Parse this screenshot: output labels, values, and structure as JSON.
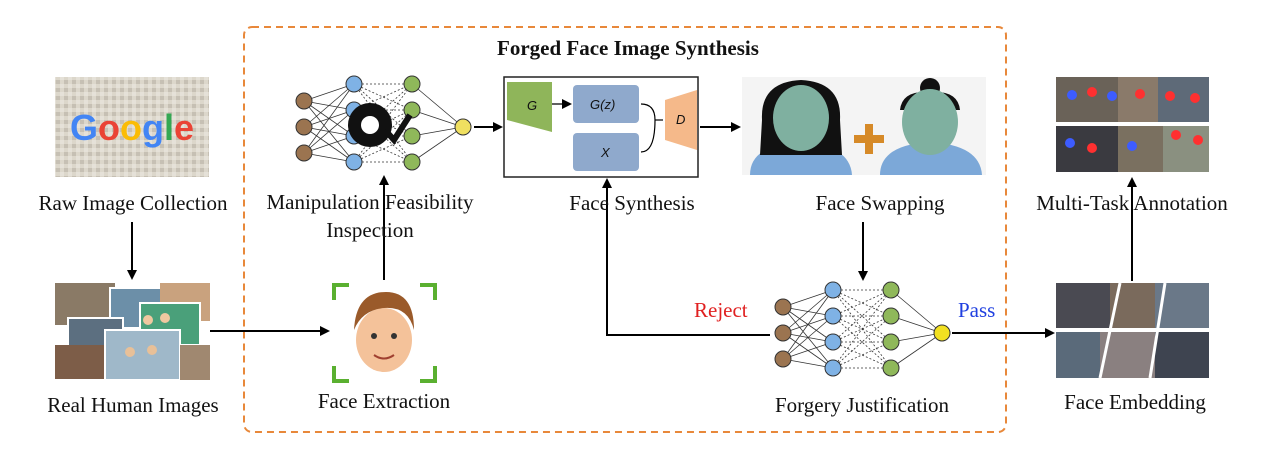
{
  "title": "Forged Face Image Synthesis",
  "stages": {
    "raw_collection": "Raw Image Collection",
    "real_human": "Real Human Images",
    "face_extraction": "Face Extraction",
    "manipulation": [
      "Manipulation Feasibility",
      "Inspection"
    ],
    "face_synthesis": "Face Synthesis",
    "face_swapping": "Face Swapping",
    "forgery_justification": "Forgery Justification",
    "face_embedding": "Face Embedding",
    "multitask": "Multi-Task Annotation"
  },
  "edges": {
    "reject": "Reject",
    "pass": "Pass"
  },
  "gan": {
    "g": "G",
    "gz": "G(z)",
    "x": "X",
    "d": "D"
  },
  "google_logo": "Google",
  "colors": {
    "dashed_border": "#e8883a",
    "gan_green": "#8fb55a",
    "gan_blue": "#8fa9cc",
    "gan_orange": "#f5b98a",
    "node_brown": "#9b7450",
    "node_blue": "#7fb2e5",
    "node_green": "#8fb85a",
    "node_yellow": "#f0e060",
    "face_green": "#7fb0a0"
  }
}
